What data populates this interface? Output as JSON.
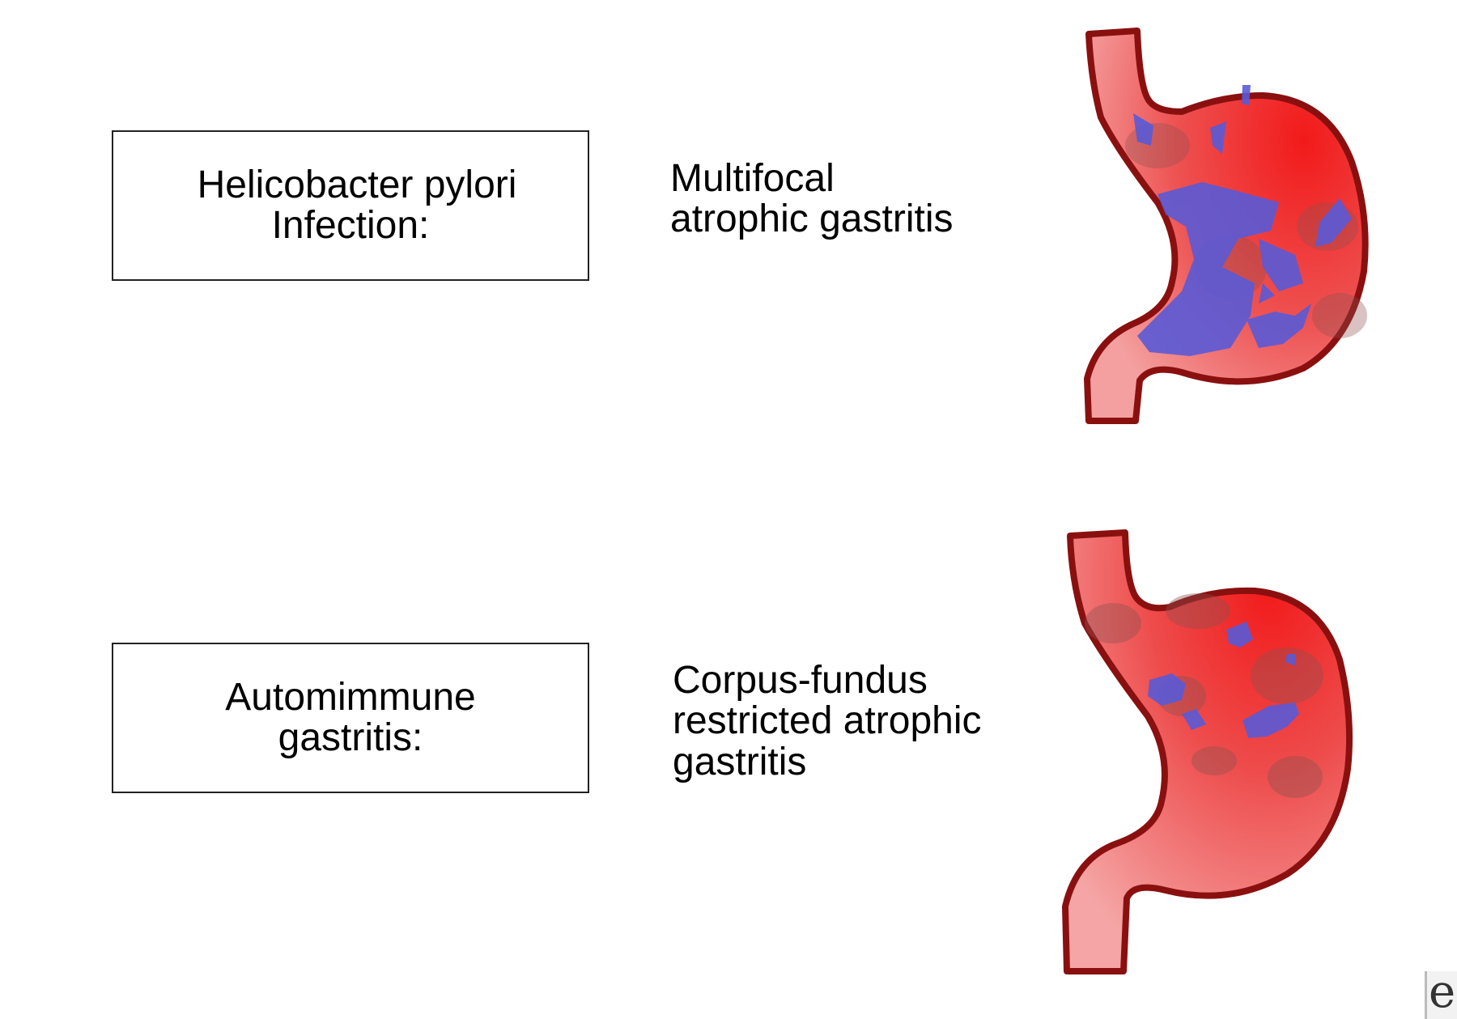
{
  "rows": [
    {
      "cause_lines": [
        "Helicobacter pylori",
        "Infection:"
      ],
      "result_lines": [
        "Multifocal",
        "atrophic gastritis"
      ],
      "pattern": "multifocal"
    },
    {
      "cause_lines": [
        "Automimmune",
        "gastritis:"
      ],
      "result_lines": [
        "Corpus-fundus",
        "restricted atrophic",
        "gastritis"
      ],
      "pattern": "corpus-fundus"
    }
  ],
  "colors": {
    "stomach_fill_bright": "#f21a1a",
    "stomach_fill_light": "#f08a8a",
    "stomach_outline": "#8a1010",
    "atrophy_patch": "#5a5ad6",
    "mottling": "#8e5050"
  },
  "icons": {
    "watermark": "e-letter-icon"
  },
  "watermark_text": "e"
}
